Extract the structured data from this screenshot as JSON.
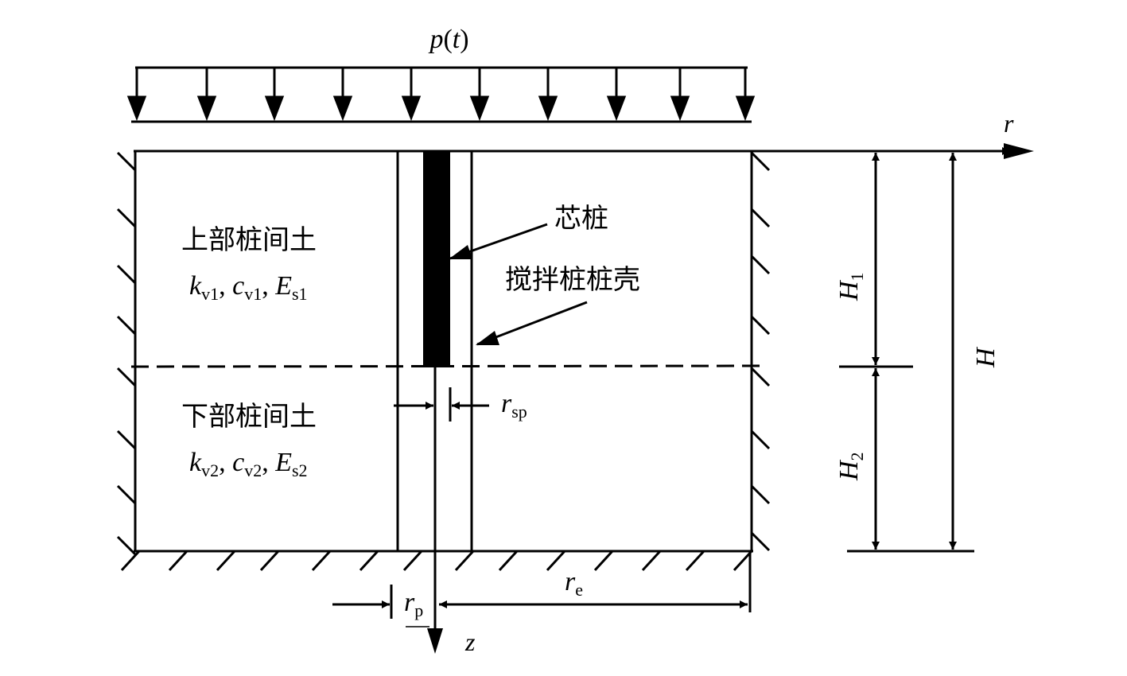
{
  "load": {
    "p": "p",
    "t": "t",
    "open": "(",
    "close": ")"
  },
  "axes": {
    "r": "r",
    "z": "z"
  },
  "upper_soil": {
    "label": "上部桩间土",
    "k": "k",
    "k_sub": "v1",
    "c": "c",
    "c_sub": "v1",
    "E": "E",
    "E_sub": "s1",
    "sep": ","
  },
  "lower_soil": {
    "label": "下部桩间土",
    "k": "k",
    "k_sub": "v2",
    "c": "c",
    "c_sub": "v2",
    "E": "E",
    "E_sub": "s2",
    "sep": ","
  },
  "core_pile_label": "芯桩",
  "shell_label": "搅拌桩桩壳",
  "dimensions": {
    "H1": "H",
    "H1_sub": "1",
    "H2": "H",
    "H2_sub": "2",
    "H": "H",
    "rsp": "r",
    "rsp_sub": "sp",
    "rp": "r",
    "rp_sub": "p",
    "re": "r",
    "re_sub": "e"
  },
  "colors": {
    "line": "#000000",
    "background": "#ffffff"
  }
}
